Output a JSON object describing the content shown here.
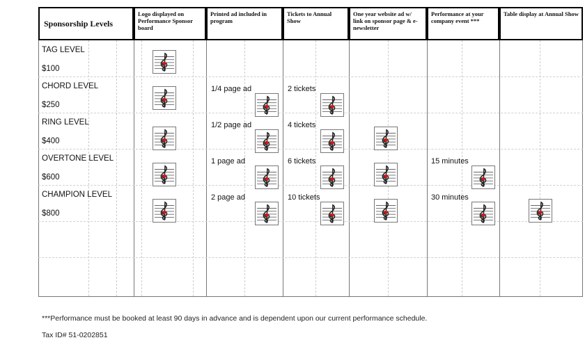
{
  "headers": [
    "Sponsorship Levels",
    "Logo displayed on Performance Sponsor board",
    "Printed ad included in program",
    "Tickets to Annual Show",
    "One year website ad w/ link on sponsor page & e-newsletter",
    "Performance at your company event ***",
    "Table display at Annual Show"
  ],
  "levels": [
    {
      "name": "TAG LEVEL",
      "price": "$100",
      "ad": "",
      "tickets": "",
      "performance": ""
    },
    {
      "name": "CHORD LEVEL",
      "price": "$250",
      "ad": "1/4 page ad",
      "tickets": "2 tickets",
      "performance": ""
    },
    {
      "name": "RING LEVEL",
      "price": "$400",
      "ad": "1/2 page ad",
      "tickets": "4 tickets",
      "performance": ""
    },
    {
      "name": "OVERTONE LEVEL",
      "price": "$600",
      "ad": "1 page ad",
      "tickets": "6 tickets",
      "performance": "15 minutes"
    },
    {
      "name": "CHAMPION LEVEL",
      "price": "$800",
      "ad": "2 page ad",
      "tickets": "10 tickets",
      "performance": "30 minutes"
    }
  ],
  "icon": "treble-clef-icon",
  "footnote": "***Performance must be booked at least 90 days in advance and is dependent upon our current performance schedule.",
  "tax_id": "Tax ID# 51-0202851"
}
